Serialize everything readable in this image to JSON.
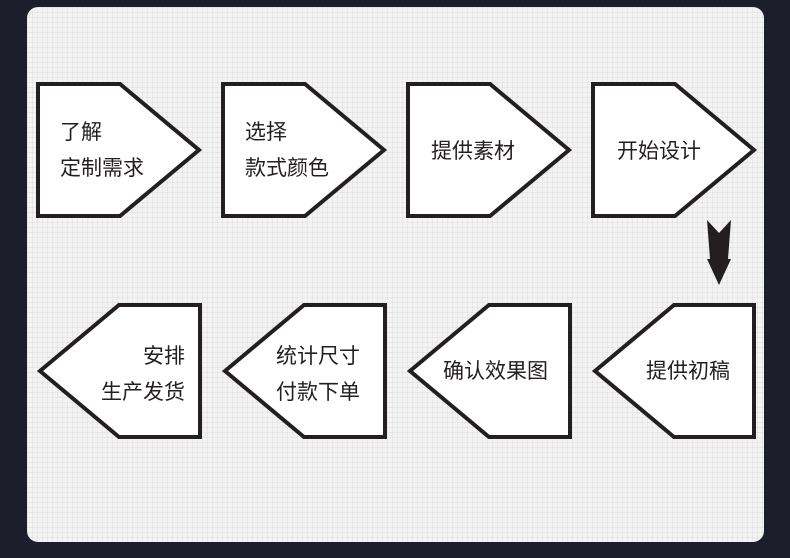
{
  "steps": [
    {
      "lines": [
        "了解",
        "定制需求"
      ]
    },
    {
      "lines": [
        "选择",
        "款式颜色"
      ]
    },
    {
      "lines": [
        "提供素材"
      ]
    },
    {
      "lines": [
        "开始设计"
      ]
    },
    {
      "lines": [
        "提供初稿"
      ]
    },
    {
      "lines": [
        "确认效果图"
      ]
    },
    {
      "lines": [
        "统计尺寸",
        "付款下单"
      ]
    },
    {
      "lines": [
        "安排",
        "生产发货"
      ]
    }
  ],
  "colors": {
    "page_background": "#1c1f2b",
    "card_background": "#f3f3f3",
    "stroke": "#231f20",
    "shape_fill": "#ffffff"
  }
}
